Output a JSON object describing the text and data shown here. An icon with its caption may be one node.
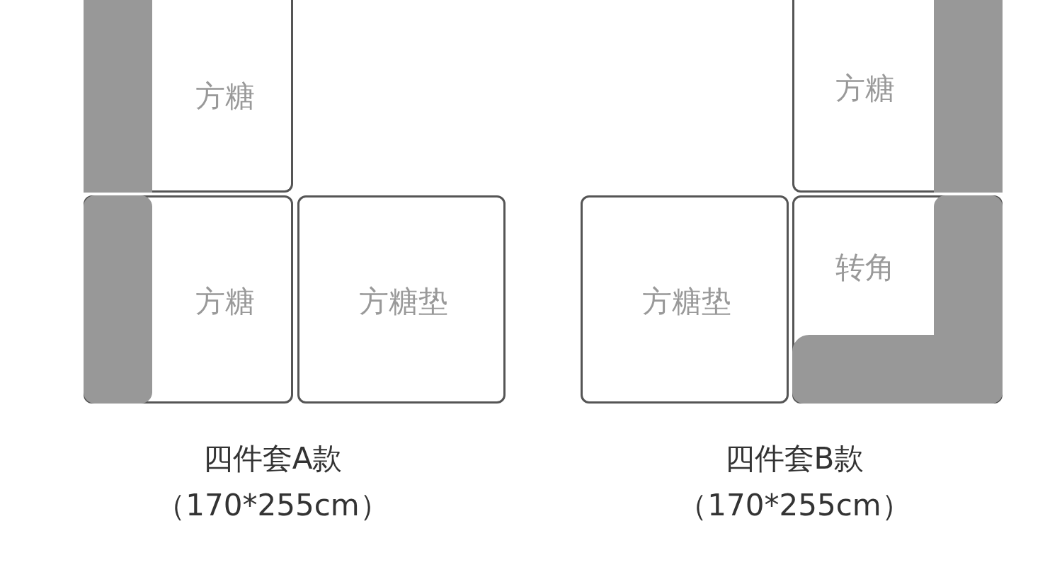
{
  "diagram": {
    "nodes": [
      {
        "text": [
          "方糖"
        ]
      },
      {
        "text": [
          "方糖"
        ]
      },
      {
        "text": [
          "方糖"
        ]
      },
      {
        "text": [
          "方糖垫"
        ]
      },
      {
        "text": [
          "方糖垫"
        ]
      },
      {
        "text": [
          "转角"
        ]
      }
    ],
    "edges": [],
    "labels": [
      "四件套A款",
      "（170*255cm）",
      "四件套B款",
      "（170*255cm）"
    ]
  }
}
